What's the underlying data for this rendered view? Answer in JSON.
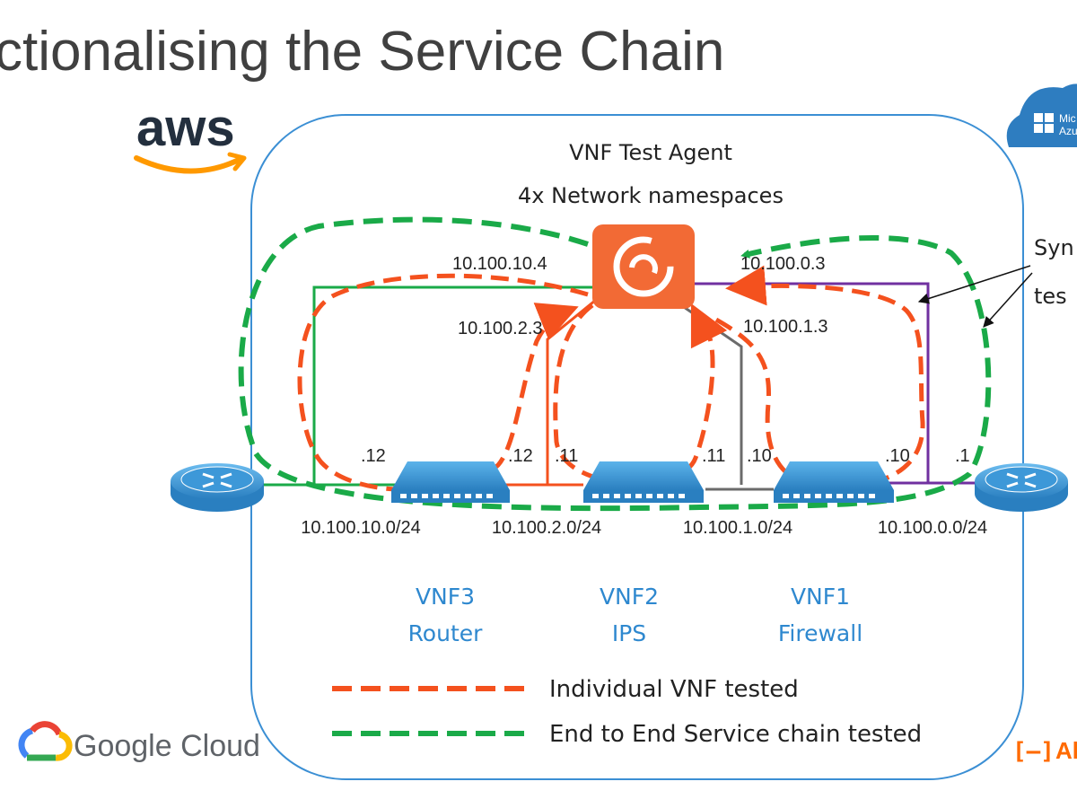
{
  "title": "ctionalising the Service Chain",
  "agent": {
    "line1": "VNF Test Agent",
    "line2": "4x Network namespaces"
  },
  "interface_ips": {
    "agent_to_vnf3": "10.100.10.4",
    "agent_to_vnf2_left": "10.100.2.3",
    "agent_to_vnf2_right": "10.100.1.3",
    "agent_to_vnf1": "10.100.0.3"
  },
  "host_suffixes": {
    "vnf3_left": ".12",
    "vnf3_right": ".12",
    "vnf2_left": ".11",
    "vnf2_right": ".11",
    "vnf1_left": ".10",
    "vnf1_right": ".10",
    "edge_right": ".1"
  },
  "subnets": [
    "10.100.10.0/24",
    "10.100.2.0/24",
    "10.100.1.0/24",
    "10.100.0.0/24"
  ],
  "vnfs": [
    {
      "name": "VNF3",
      "role": "Router"
    },
    {
      "name": "VNF2",
      "role": "IPS"
    },
    {
      "name": "VNF1",
      "role": "Firewall"
    }
  ],
  "legend": [
    {
      "label": "Individual VNF tested",
      "color": "#f4511e"
    },
    {
      "label": "End to End Service chain tested",
      "color": "#1aaa48"
    }
  ],
  "callout": {
    "line1": "Syn",
    "line2": "tes"
  },
  "brands": {
    "aws": "aws",
    "google": "Google Cloud",
    "azure_line1": "Mic",
    "azure_line2": "Azu",
    "alibaba": "Al"
  },
  "colors": {
    "region_border": "#3b8fd4",
    "agent": "#f26a35",
    "router": "#3d98d8",
    "switch": "#3d98d8",
    "link_vnf3": "#1aaa48",
    "link_vnf2": "#f4511e",
    "link_vnf1_gray": "#6b6b6b",
    "link_vnf1_purple": "#7030a0",
    "individual_path": "#f4511e",
    "e2e_path": "#1aaa48",
    "vnf_label": "#2e88cf",
    "title": "#404040",
    "aws_orange": "#ff9900"
  }
}
